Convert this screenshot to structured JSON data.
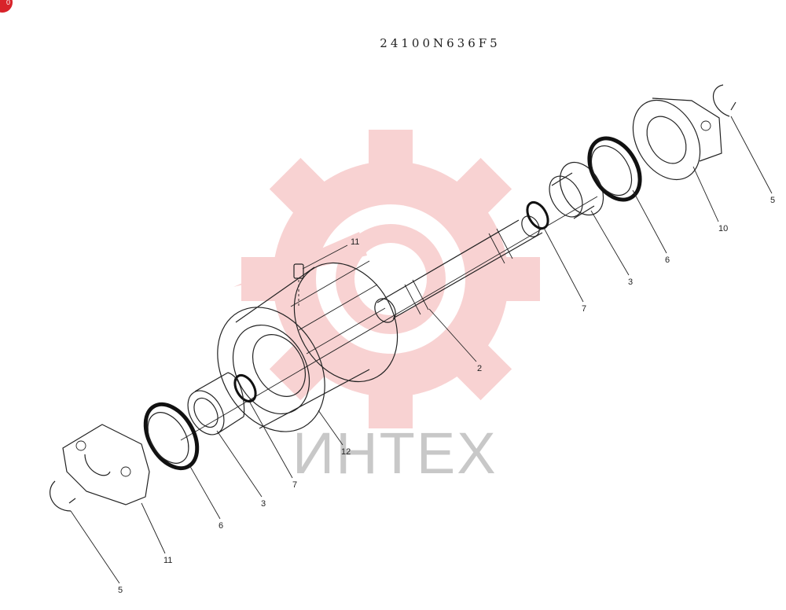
{
  "badge": {
    "text": "0",
    "color": "#d8232a"
  },
  "part_code": "24100N636F5",
  "watermark": {
    "text": "ИНТЕХ",
    "gear_color": "#f4b0b0",
    "text_color": "#c8c8c8"
  },
  "callouts": [
    {
      "id": "c-11-top",
      "label": "11"
    },
    {
      "id": "c-5-right",
      "label": "5"
    },
    {
      "id": "c-10",
      "label": "10"
    },
    {
      "id": "c-6-right",
      "label": "6"
    },
    {
      "id": "c-3-right",
      "label": "3"
    },
    {
      "id": "c-7-right",
      "label": "7"
    },
    {
      "id": "c-2",
      "label": "2"
    },
    {
      "id": "c-12",
      "label": "12"
    },
    {
      "id": "c-7-left",
      "label": "7"
    },
    {
      "id": "c-3-left",
      "label": "3"
    },
    {
      "id": "c-6-left",
      "label": "6"
    },
    {
      "id": "c-11-bottom",
      "label": "11"
    },
    {
      "id": "c-5-left",
      "label": "5"
    }
  ]
}
